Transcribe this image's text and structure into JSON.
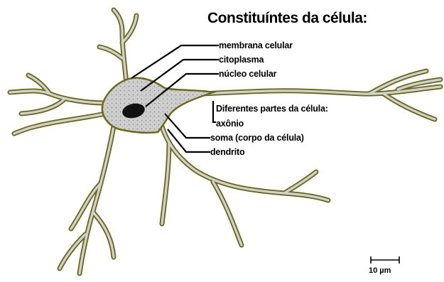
{
  "title": "Constituíntes da célula:",
  "labels": {
    "membrane": "membrana celular",
    "cytoplasm": "citoplasma",
    "nucleus": "núcleo celular",
    "parts_heading": "Diferentes partes da célula:",
    "axon": "axônio",
    "soma": "soma (corpo da célula)",
    "dendrite": "dendrito"
  },
  "scale_bar": {
    "label": "10 µm"
  },
  "colors": {
    "outline": "#6b6a1e",
    "fill": "#c9c9c9",
    "nucleus": "#111111",
    "text": "#000000"
  }
}
